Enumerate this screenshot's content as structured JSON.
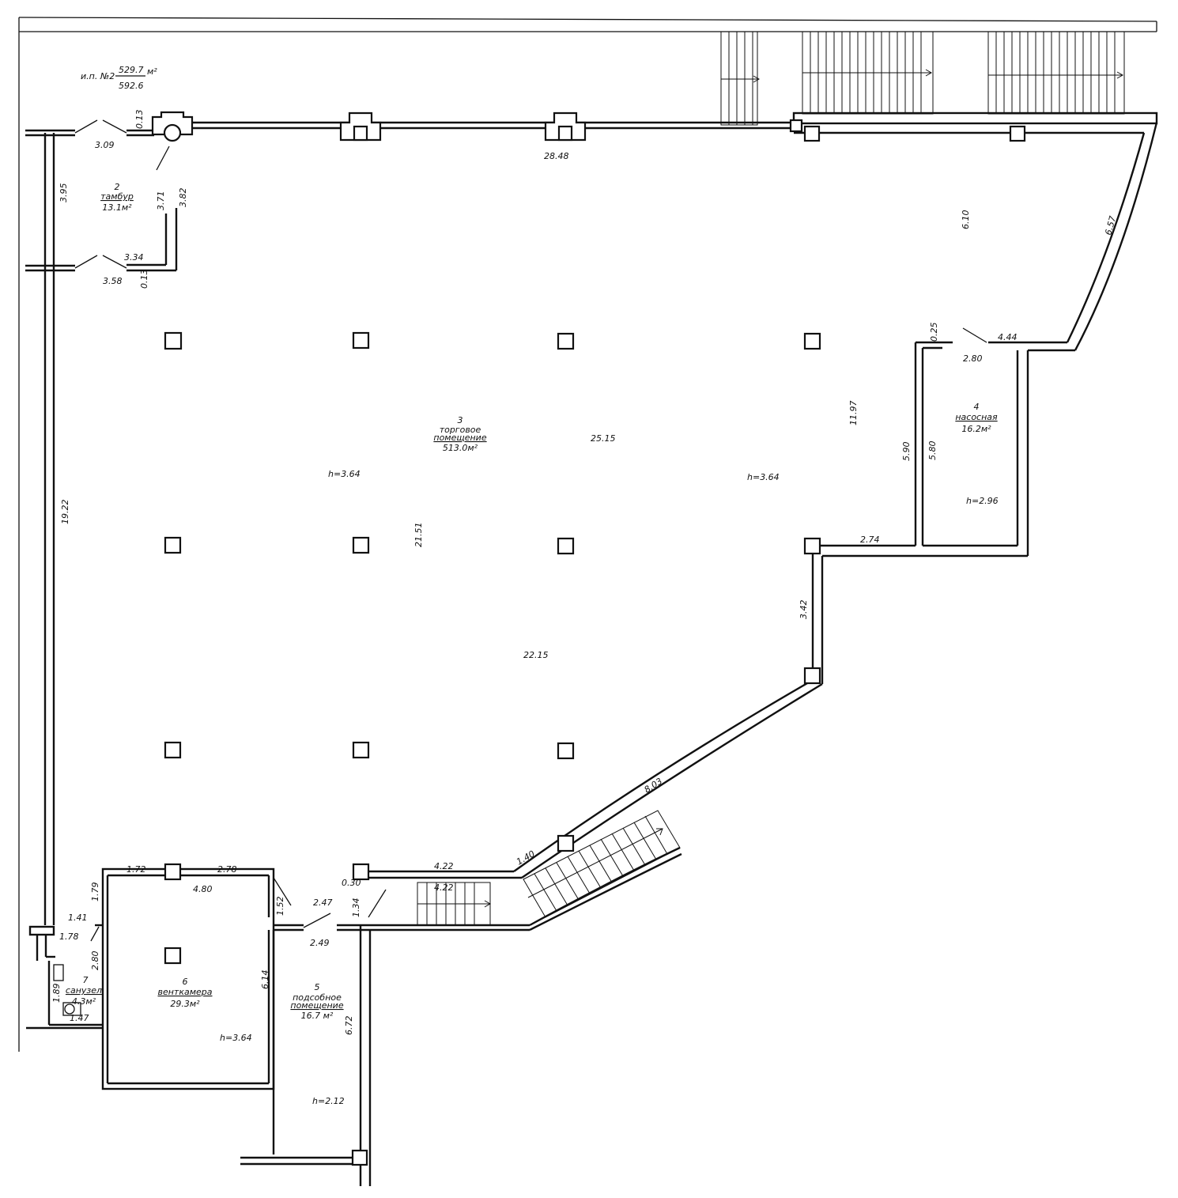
{
  "unit": {
    "prefix": "и.п. №2",
    "area_num": "529.7",
    "area_unit": "м²",
    "area_den": "592.6"
  },
  "rooms": {
    "r2": {
      "number": "2",
      "name": "тамбур",
      "area": "13.1м²"
    },
    "r3": {
      "number": "3",
      "name_1": "торговое",
      "name_2": "помещение",
      "area": "513.0м²"
    },
    "r4": {
      "number": "4",
      "name": "насосная",
      "area": "16.2м²"
    },
    "r5": {
      "number": "5",
      "name_1": "подсобное",
      "name_2": "помещение",
      "area": "16.7 м²"
    },
    "r6": {
      "number": "6",
      "name": "венткамера",
      "area": "29.3м²"
    },
    "r7": {
      "number": "7",
      "name": "санузел",
      "area": "4.3м²"
    }
  },
  "heights": {
    "h_main_left": "h=3.64",
    "h_main_right": "h=3.64",
    "h_pump": "h=2.96",
    "h_vent": "h=3.64",
    "h_aux": "h=2.12"
  },
  "dims": {
    "d_013_top": "0.13",
    "d_309": "3.09",
    "d_2848": "28.48",
    "d_395": "3.95",
    "d_371": "3.71",
    "d_382": "3.82",
    "d_334": "3.34",
    "d_358": "3.58",
    "d_013_bot": "0.13",
    "d_610": "6.10",
    "d_657": "6.57",
    "d_025": "0.25",
    "d_444": "4.44",
    "d_280_pump": "2.80",
    "d_1197": "11.97",
    "d_2515": "25.15",
    "d_590": "5.90",
    "d_580": "5.80",
    "d_1922": "19.22",
    "d_2151": "21.51",
    "d_274": "2.74",
    "d_342": "3.42",
    "d_2215": "22.15",
    "d_803": "8.03",
    "d_140": "1.40",
    "d_422_a": "4.22",
    "d_422_b": "4.22",
    "d_030": "0.30",
    "d_134": "1.34",
    "d_172": "1.72",
    "d_278": "2.78",
    "d_480": "4.80",
    "d_179": "1.79",
    "d_152": "1.52",
    "d_247": "2.47",
    "d_249": "2.49",
    "d_141": "1.41",
    "d_178": "1.78",
    "d_280_wc": "2.80",
    "d_614": "6.14",
    "d_672": "6.72",
    "d_189": "1.89",
    "d_147": "1.47"
  }
}
